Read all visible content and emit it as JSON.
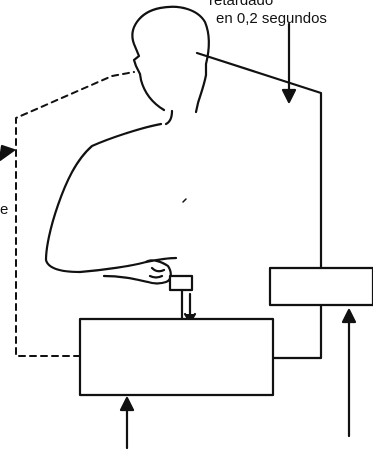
{
  "annotation": {
    "line1": "retardado",
    "line2": "en 0,2 segundos",
    "left_fragment": "e"
  },
  "colors": {
    "stroke": "#111111",
    "background": "#ffffff"
  }
}
